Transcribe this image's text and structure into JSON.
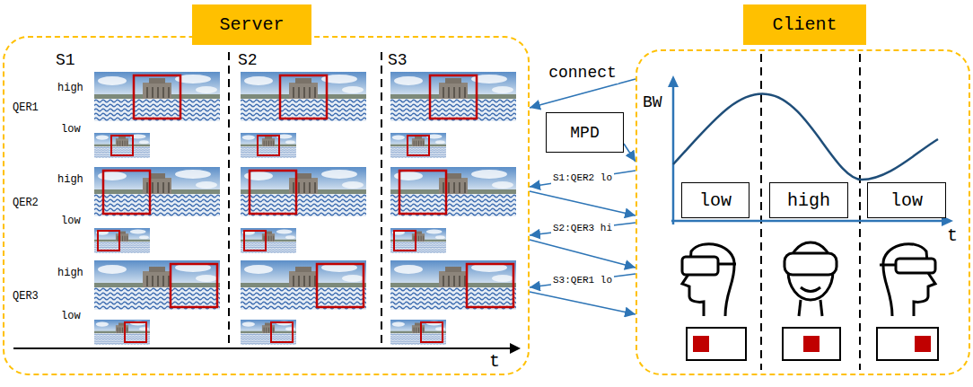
{
  "diagram": {
    "nodes": [
      {
        "text": [
          "Server"
        ]
      },
      {
        "text": [
          "MPD"
        ]
      },
      {
        "text": [
          "Client"
        ]
      },
      {
        "text": [
          "low"
        ],
        "in": 2
      },
      {
        "text": [
          "high"
        ],
        "in": 2
      },
      {
        "text": [
          "low"
        ],
        "in": 2
      }
    ],
    "edges": [
      {
        "from": 2,
        "to": 0,
        "label": "connect",
        "arrow": "to"
      },
      {
        "from": 1,
        "to": 2,
        "arrow": "to"
      },
      {
        "from": 2,
        "to": 0,
        "label": "S1:QER2 lo",
        "arrow": "to"
      },
      {
        "from": 0,
        "to": 2,
        "arrow": "to"
      },
      {
        "from": 2,
        "to": 0,
        "label": "S2:QER3 hi",
        "arrow": "to"
      },
      {
        "from": 0,
        "to": 2,
        "arrow": "to"
      },
      {
        "from": 2,
        "to": 0,
        "label": "S3:QER1 lo",
        "arrow": "to"
      },
      {
        "from": 0,
        "to": 2,
        "arrow": "to"
      }
    ],
    "labels": [
      "S1",
      "S2",
      "S3",
      "QER1",
      "high",
      "low",
      "QER2",
      "high",
      "low",
      "QER3",
      "high",
      "low",
      "t",
      "BW",
      "t"
    ]
  }
}
